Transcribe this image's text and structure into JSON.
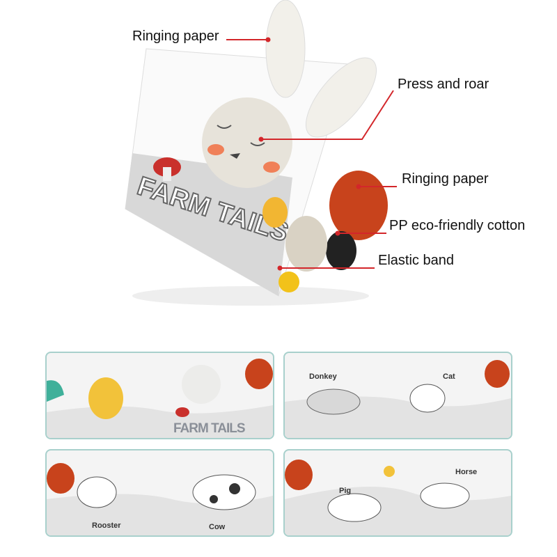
{
  "callouts": {
    "ringing_paper_top": "Ringing paper",
    "press_and_roar": "Press and roar",
    "ringing_paper_side": "Ringing paper",
    "cotton": "PP eco-friendly cotton",
    "elastic_band": "Elastic band"
  },
  "book": {
    "cover_title": "FARM TAILS"
  },
  "panels": [
    {
      "title": "FARM TAILS"
    },
    {
      "labels": [
        "Donkey",
        "Cat"
      ]
    },
    {
      "labels": [
        "Rooster",
        "Cow"
      ]
    },
    {
      "labels": [
        "Pig",
        "Horse"
      ]
    }
  ],
  "colors": {
    "callout_line": "#d3262a",
    "panel_border": "#a8d0cc",
    "tail_orange": "#c8431c"
  }
}
